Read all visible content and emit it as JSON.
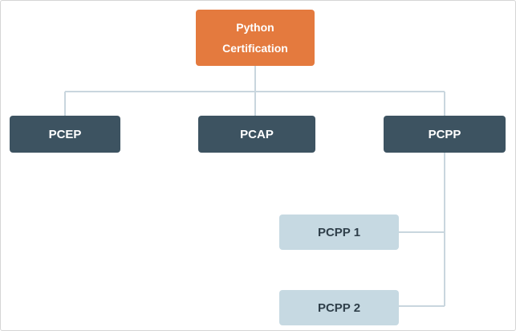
{
  "diagram": {
    "root": {
      "label": "Python\nCertification",
      "color": "#e47a3e"
    },
    "level1": [
      {
        "id": "pcep",
        "label": "PCEP"
      },
      {
        "id": "pcap",
        "label": "PCAP"
      },
      {
        "id": "pcpp",
        "label": "PCPP"
      }
    ],
    "pcpp_children": [
      {
        "id": "pcpp1",
        "label": "PCPP 1"
      },
      {
        "id": "pcpp2",
        "label": "PCPP 2"
      }
    ],
    "colors": {
      "level1_fill": "#3d5361",
      "level2_fill": "#c6d9e2",
      "connector": "#c9d6de"
    }
  }
}
